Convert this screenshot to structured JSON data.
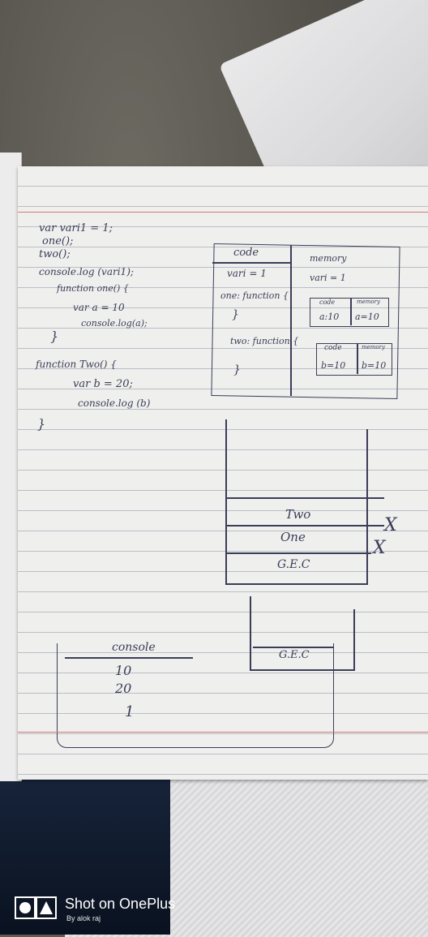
{
  "code": {
    "line1": "var vari1 = 1;",
    "line2": "one();",
    "line3": "two();",
    "line4": "console.log (vari1);",
    "line5": "function one() {",
    "line6": "var a = 10",
    "line7": "console.log(a);",
    "line8": "}",
    "line9": "function Two() {",
    "line10": "var b = 20;",
    "line11": "console.log (b)",
    "line12": "}"
  },
  "execution_context": {
    "code_header": "code",
    "memory_header": "memory",
    "var_entry": "vari = 1",
    "memory_var": "vari = 1",
    "one_entry": "one: function {",
    "one_close": "}",
    "two_entry": "two: function {",
    "two_close": "}",
    "inner_one": {
      "code": "code",
      "memory": "memory",
      "code_val": "a:10",
      "memory_val": "a=10"
    },
    "inner_two": {
      "code": "code",
      "memory": "memory",
      "code_val": "b=10",
      "memory_val": "b=10"
    }
  },
  "call_stack": {
    "frames": [
      "Two",
      "One",
      "G.E.C"
    ],
    "x_marks": [
      "X",
      "X"
    ],
    "gec_label": "G.E.C"
  },
  "console_box": {
    "title": "console",
    "outputs": [
      "10",
      "20",
      "1"
    ]
  },
  "watermark": {
    "title": "Shot on OnePlus",
    "subtitle": "By alok raj"
  }
}
